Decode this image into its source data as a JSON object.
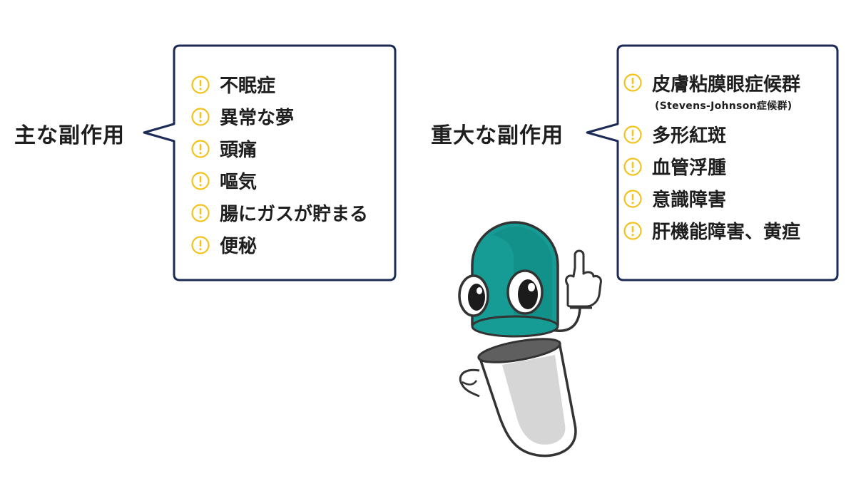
{
  "left_panel": {
    "heading": "主な副作用",
    "items": [
      "不眠症",
      "異常な夢",
      "頭痛",
      "嘔気",
      "腸にガスが貯まる",
      "便秘"
    ]
  },
  "right_panel": {
    "heading": "重大な副作用",
    "items": [
      {
        "label": "皮膚粘膜眼症候群",
        "note": "(Stevens-Johnson症候群)"
      },
      {
        "label": "多形紅斑"
      },
      {
        "label": "血管浮腫"
      },
      {
        "label": "意識障害"
      },
      {
        "label": "肝機能障害、黄疸"
      }
    ]
  },
  "colors": {
    "callout_border": "#1c2b56",
    "warning_icon": "#f2c31f",
    "mascot_teal": "#169c94",
    "mascot_body": "#d6d6d6",
    "outline": "#333333"
  },
  "icons": {
    "item_marker": "exclamation-circle-icon"
  }
}
